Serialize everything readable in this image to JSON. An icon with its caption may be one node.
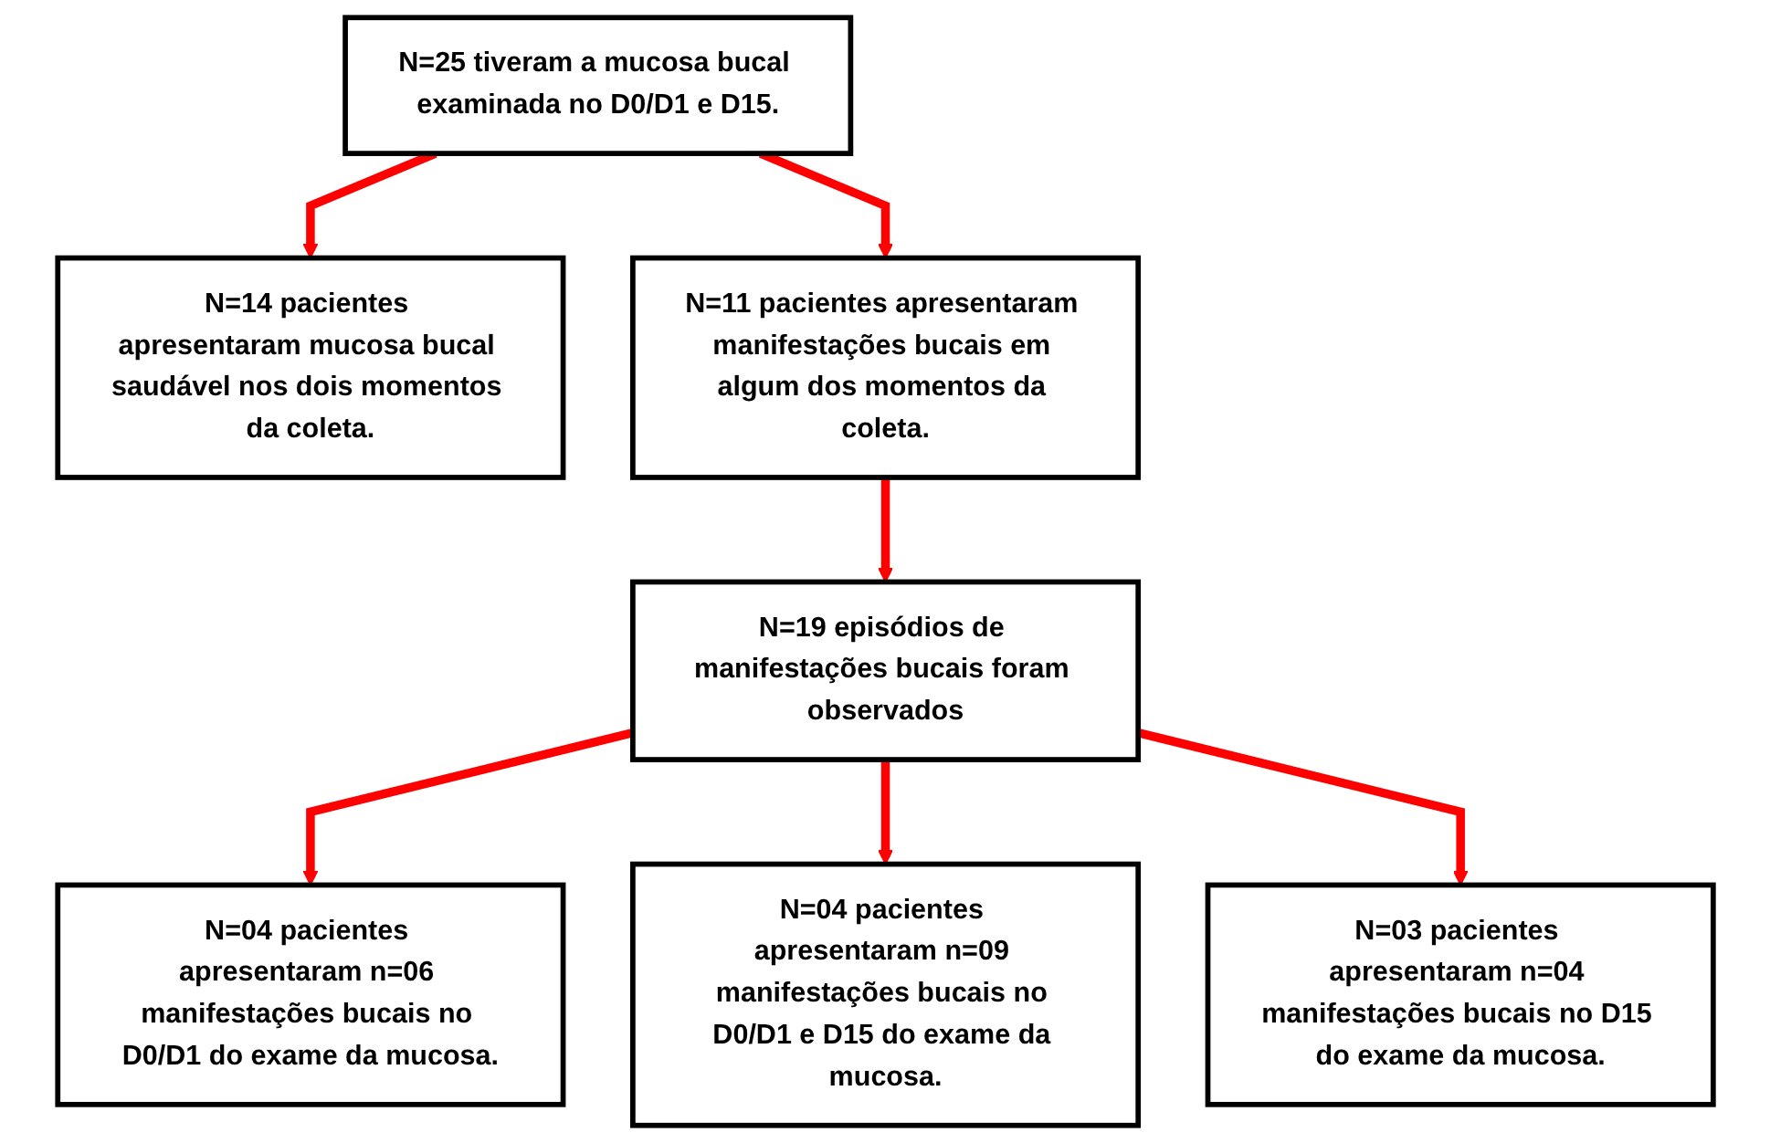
{
  "diagram": {
    "nodes": [
      {
        "text": [
          "N=25 tiveram a mucosa bucal examinada no D0/D1 e D15."
        ]
      },
      {
        "text": [
          "N=14 pacientes apresentaram mucosa bucal saudável nos dois momentos da coleta."
        ]
      },
      {
        "text": [
          "N=11 pacientes apresentaram manifestações bucais em algum dos momentos da coleta."
        ]
      },
      {
        "text": [
          "N=19 episódios de manifestações bucais foram observados"
        ]
      },
      {
        "text": [
          "N=04 pacientes apresentaram n=06 manifestações bucais no D0/D1 do exame da mucosa."
        ]
      },
      {
        "text": [
          "N=04 pacientes apresentaram n=09 manifestações bucais no D0/D1 e D15 do exame da mucosa."
        ]
      },
      {
        "text": [
          "N=03 pacientes apresentaram n=04 manifestações bucais no D15 do exame da mucosa."
        ]
      }
    ],
    "edges": [
      {
        "from": 0,
        "to": 1,
        "arrow": "to"
      },
      {
        "from": 0,
        "to": 2,
        "arrow": "to"
      },
      {
        "from": 2,
        "to": 3,
        "arrow": "to"
      },
      {
        "from": 3,
        "to": 4,
        "arrow": "to"
      },
      {
        "from": 3,
        "to": 5,
        "arrow": "to"
      },
      {
        "from": 3,
        "to": 6,
        "arrow": "to"
      }
    ]
  }
}
